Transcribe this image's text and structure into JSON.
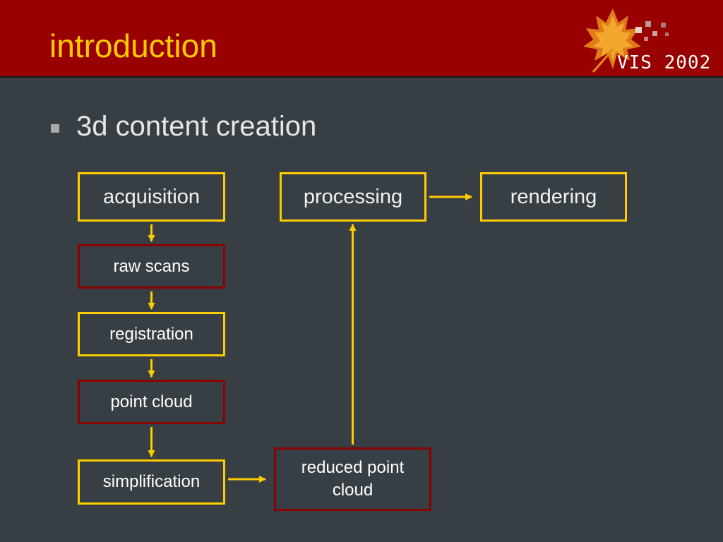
{
  "slide": {
    "title": "introduction",
    "bullet": "3d content creation"
  },
  "logo": {
    "text": "VIS 2002",
    "icon": "maple-leaf-icon"
  },
  "diagram": {
    "nodes": {
      "acquisition": "acquisition",
      "processing": "processing",
      "rendering": "rendering",
      "raw_scans": "raw scans",
      "registration": "registration",
      "point_cloud": "point cloud",
      "simplification": "simplification",
      "reduced_point_cloud": "reduced point cloud"
    },
    "edges": [
      [
        "acquisition",
        "raw_scans"
      ],
      [
        "raw_scans",
        "registration"
      ],
      [
        "registration",
        "point_cloud"
      ],
      [
        "point_cloud",
        "simplification"
      ],
      [
        "simplification",
        "reduced_point_cloud"
      ],
      [
        "reduced_point_cloud",
        "processing"
      ],
      [
        "processing",
        "rendering"
      ]
    ]
  },
  "colors": {
    "header": "#990000",
    "background": "#373f44",
    "accent": "#ffcc00",
    "data_border": "#8b0000"
  }
}
